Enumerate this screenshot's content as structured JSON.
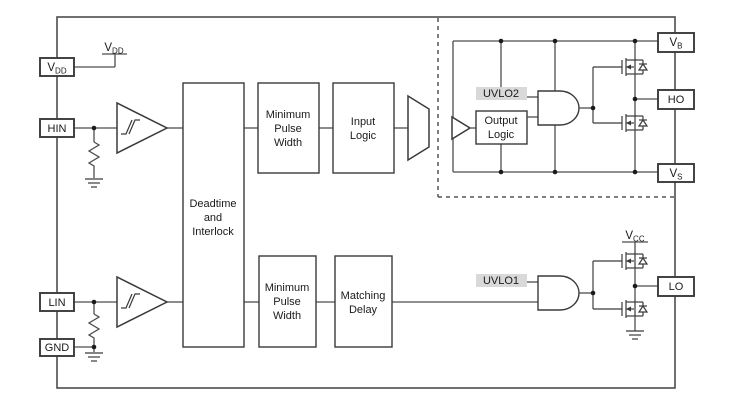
{
  "colors": {
    "background": "#ffffff",
    "wire": "#4d4d4d",
    "box_border": "#3a3a3a",
    "text": "#1a1a1a",
    "uvlo_highlight_bg": "#d9d9d9"
  },
  "pins": {
    "vdd": {
      "main": "V",
      "sub": "DD"
    },
    "hin": {
      "label": "HIN"
    },
    "lin": {
      "label": "LIN"
    },
    "gnd": {
      "label": "GND"
    },
    "vb": {
      "main": "V",
      "sub": "B"
    },
    "ho": {
      "label": "HO"
    },
    "vs": {
      "main": "V",
      "sub": "S"
    },
    "lo": {
      "label": "LO"
    }
  },
  "supplies": {
    "vdd": {
      "main": "V",
      "sub": "DD"
    },
    "vcc": {
      "main": "V",
      "sub": "CC"
    }
  },
  "blocks": {
    "deadtime": {
      "line1": "Deadtime",
      "line2": "and",
      "line3": "Interlock"
    },
    "mpw_high": {
      "line1": "Minimum",
      "line2": "Pulse",
      "line3": "Width"
    },
    "input_logic": {
      "line1": "Input",
      "line2": "Logic"
    },
    "mpw_low": {
      "line1": "Minimum",
      "line2": "Pulse",
      "line3": "Width"
    },
    "matching_delay": {
      "line1": "Matching",
      "line2": "Delay"
    },
    "output_logic": {
      "line1": "Output",
      "line2": "Logic"
    }
  },
  "labels": {
    "uvlo2": "UVLO2",
    "uvlo1": "UVLO1"
  }
}
